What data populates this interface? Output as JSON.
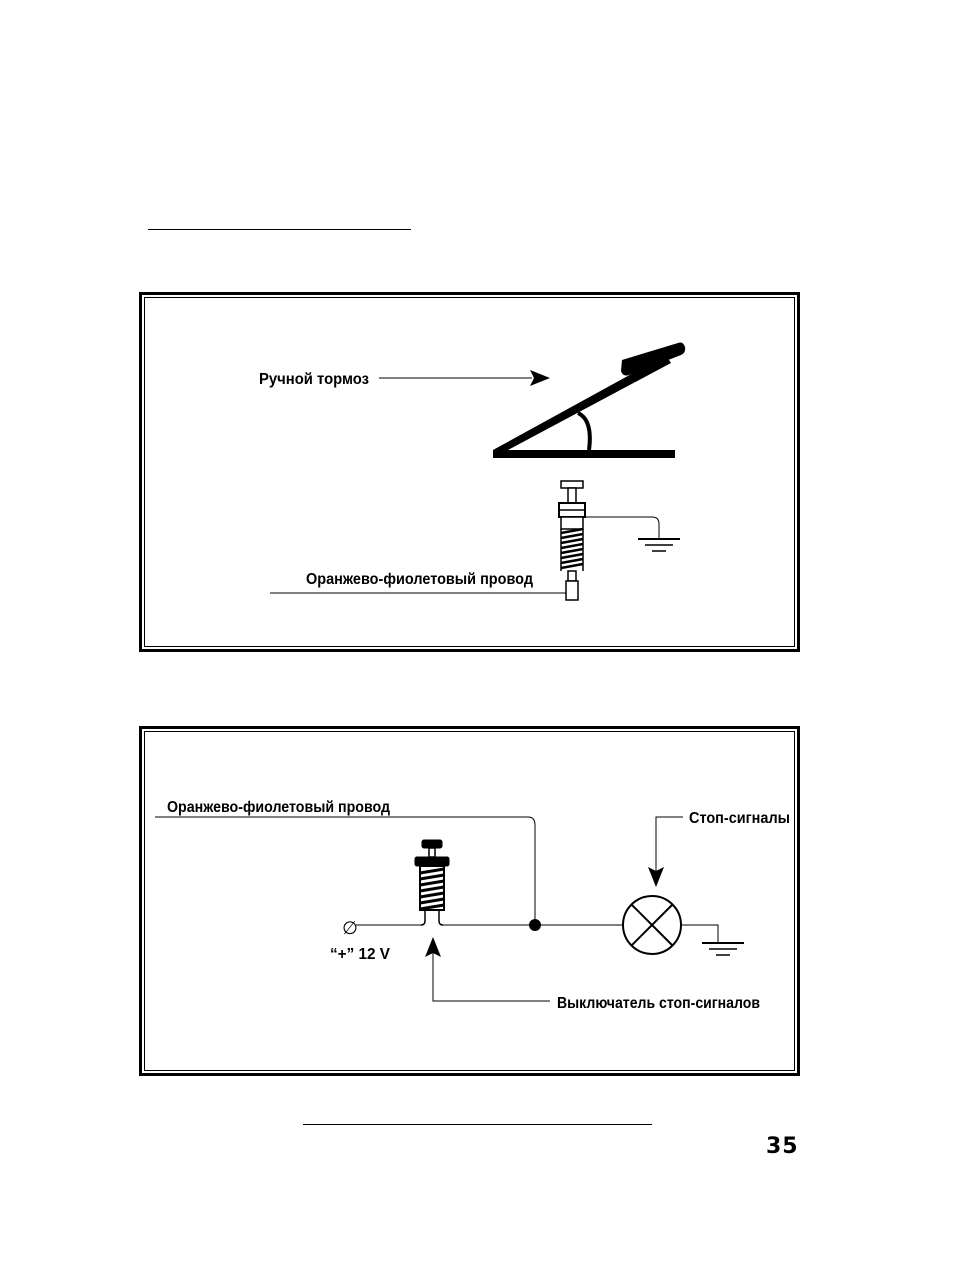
{
  "diagram1": {
    "handbrake_label": "Ручной тормоз",
    "wire_label": "Оранжево-фиолетовый провод"
  },
  "diagram2": {
    "wire_label": "Оранжево-фиолетовый провод",
    "brake_lights_label": "Стоп-сигналы",
    "voltage_label": "“+” 12 V",
    "terminal_symbol": "∅",
    "switch_label": "Выключатель стоп-сигналов"
  },
  "page_number": "35"
}
